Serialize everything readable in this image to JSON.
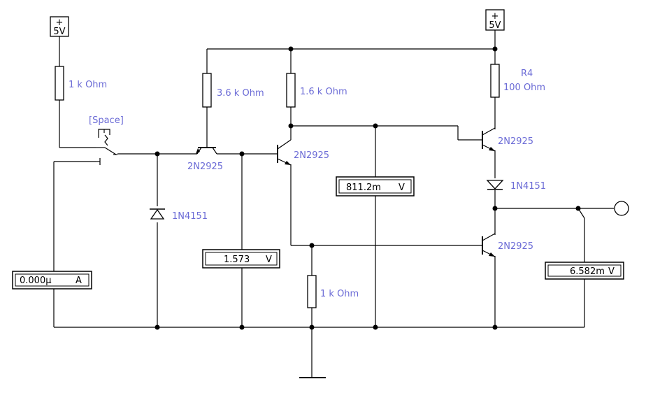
{
  "supplies": [
    {
      "plus": "+",
      "value": "5V"
    },
    {
      "plus": "+",
      "value": "5V"
    }
  ],
  "resistors": {
    "r_input": "1 k Ohm",
    "r_q1": "3.6 k Ohm",
    "r_q2": "1.6 k Ohm",
    "r4_name": "R4",
    "r4_value": "100  Ohm",
    "r_bottom": "1 k Ohm"
  },
  "switch": {
    "label": "[Space]"
  },
  "transistors": {
    "q1": "2N2925",
    "q2": "2N2925",
    "q3": "2N2925",
    "q4": "2N2925"
  },
  "diodes": {
    "d_input": "1N4151",
    "d_output": "1N4151"
  },
  "meters": {
    "ammeter": {
      "value": "0.000µ",
      "unit": "A"
    },
    "voltmeter_q1": {
      "value": "1.573",
      "unit": "V"
    },
    "voltmeter_mid": {
      "value": "811.2m",
      "unit": "V"
    },
    "voltmeter_out": {
      "value": "6.582m",
      "unit": "V"
    }
  },
  "colors": {
    "label": "#6b6bd6",
    "wire": "#000000"
  }
}
